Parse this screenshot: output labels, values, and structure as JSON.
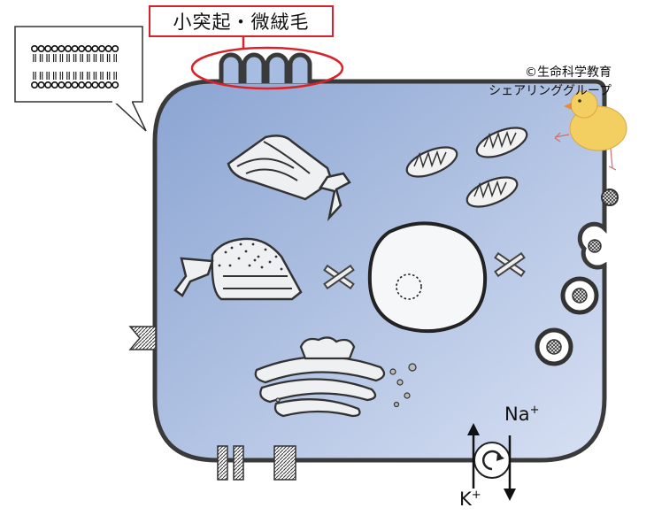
{
  "title": "小突起・微絨毛",
  "copyright": {
    "line1": "©生命科学教育",
    "line2": "シェアリンググループ"
  },
  "ions": {
    "na": {
      "base": "Na",
      "charge": "+"
    },
    "k": {
      "base": "K",
      "charge": "+"
    }
  },
  "colors": {
    "cytoplasm_light": "#cbd7ee",
    "cytoplasm_dark": "#8aa4d2",
    "membrane": "#3a3a3a",
    "highlight_red": "#d9232a",
    "organelle_fill": "#eef0f2",
    "chick_yellow": "#f3cf62"
  },
  "icons": [
    "phospholipid-bilayer-icon",
    "microvilli-icon",
    "smooth-er-icon",
    "rough-er-icon",
    "mitochondrion-icon",
    "nucleus-icon",
    "centriole-icon",
    "golgi-apparatus-icon",
    "vesicle-icon",
    "desmosome-icon",
    "ion-pump-icon",
    "chick-mascot-icon"
  ]
}
